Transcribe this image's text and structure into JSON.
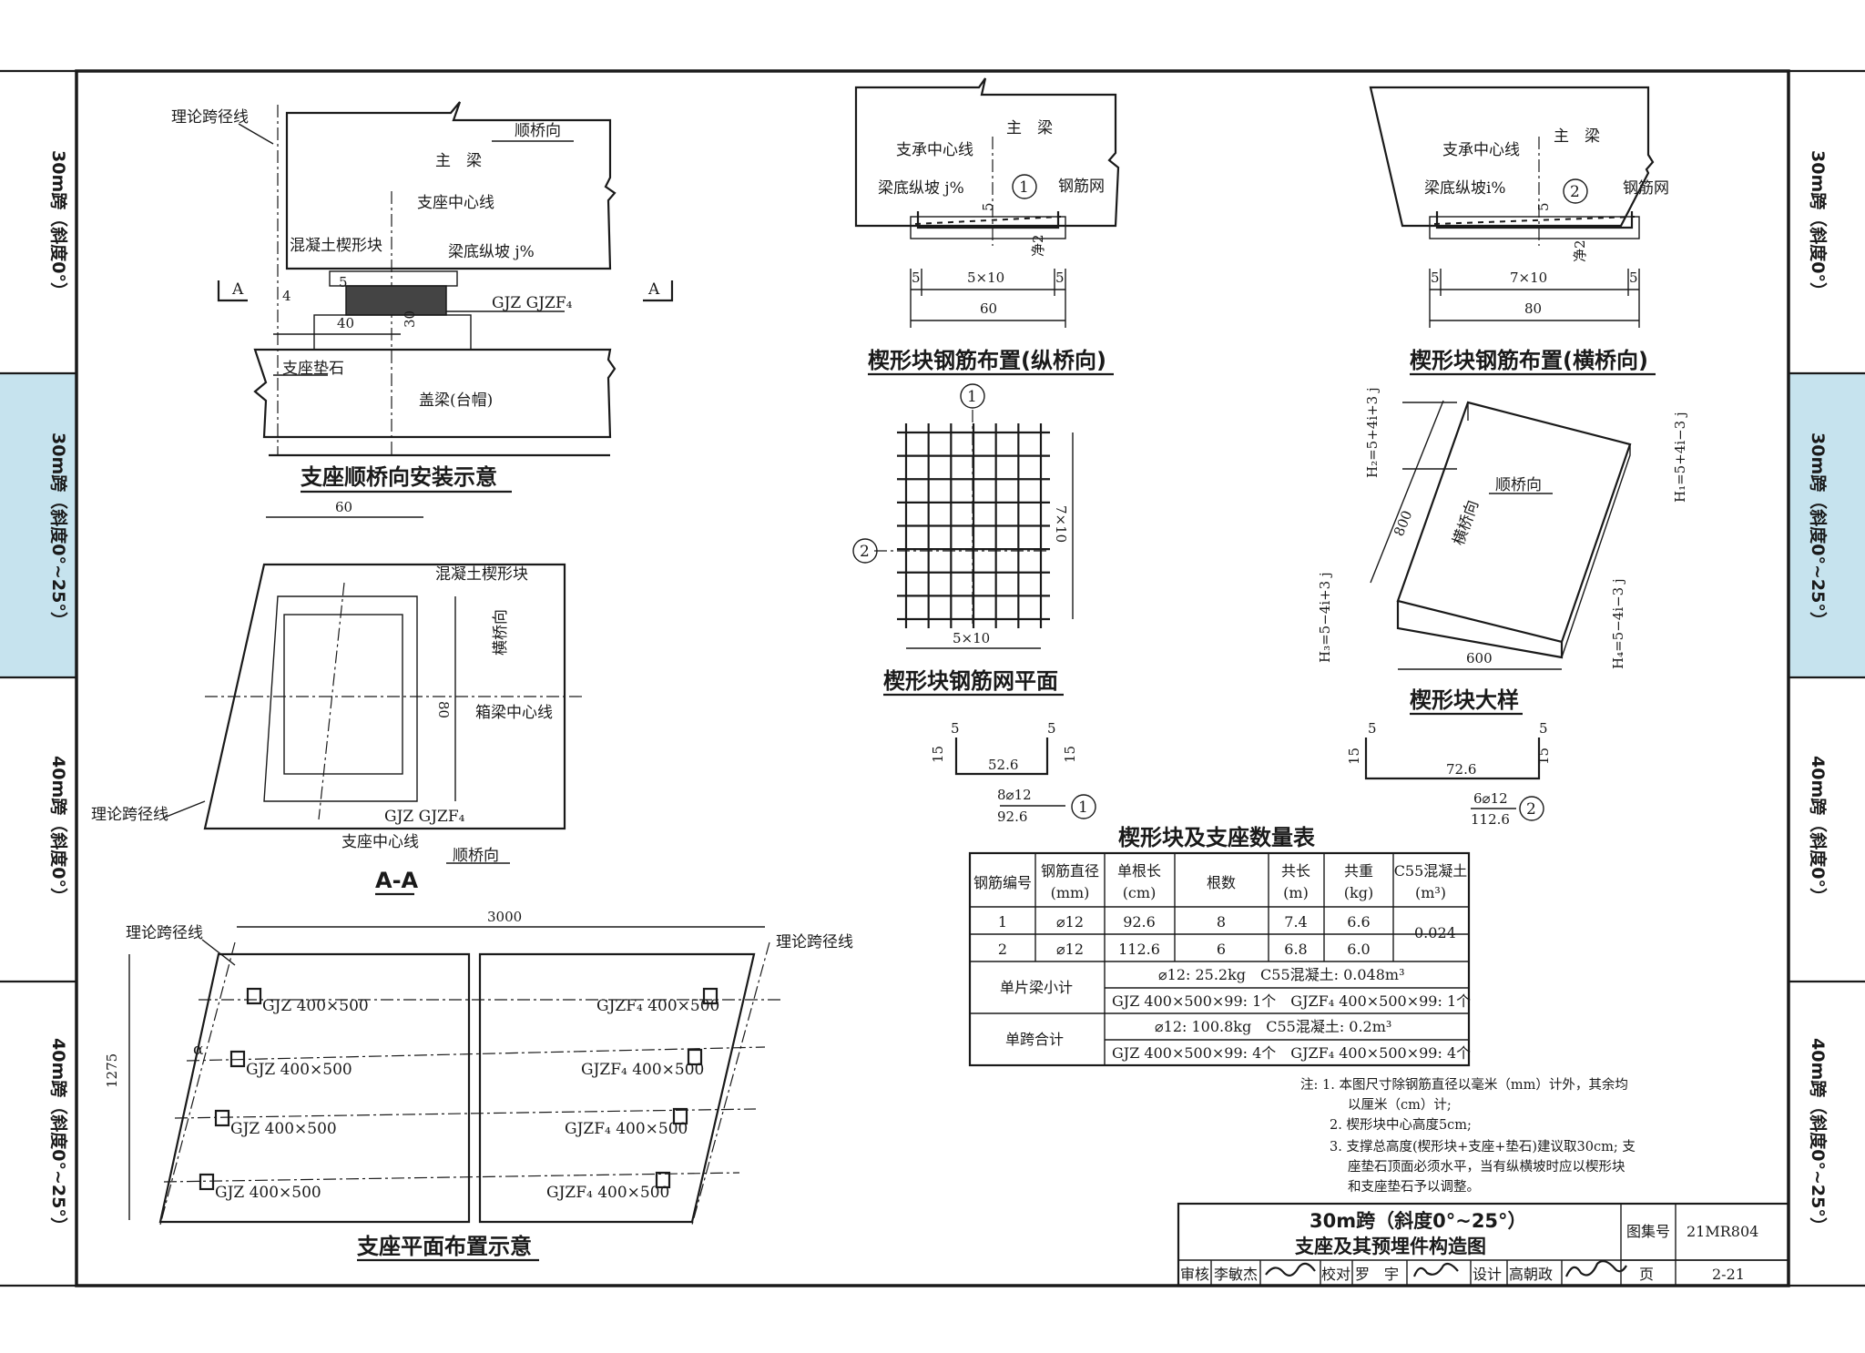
{
  "side_tabs": [
    {
      "text": "30m跨（斜度0°）",
      "highlight": false
    },
    {
      "text": "30m跨（斜度0°~25°）",
      "highlight": true
    },
    {
      "text": "40m跨（斜度0°）",
      "highlight": false
    },
    {
      "text": "40m跨（斜度0°~25°）",
      "highlight": false
    }
  ],
  "colors": {
    "highlight_tab": "#c6e3ee",
    "line": "#1a1a1a",
    "paper": "#ffffff"
  },
  "install_view": {
    "title": "支座顺桥向安装示意",
    "labels": {
      "theory_span": "理论跨径线",
      "main_beam": "主　梁",
      "along_bridge": "顺桥向",
      "bearing_center": "支座中心线",
      "wedge": "混凝土楔形块",
      "slope": "梁底纵坡 j%",
      "bearing": "GJZ GJZF₄",
      "pad": "支座垫石",
      "cap": "盖梁(台帽)",
      "sec_a": "A",
      "dim_5": "5",
      "dim_4": "4",
      "dim_40": "40",
      "dim_30": "30"
    }
  },
  "aa_view": {
    "title": "A-A",
    "labels": {
      "dim_60": "60",
      "dim_80": "80",
      "wedge": "混凝土楔形块",
      "cross_bridge": "横桥向",
      "box_center": "箱梁中心线",
      "theory_span": "理论跨径线",
      "bearing": "GJZ GJZF₄",
      "bearing_center": "支座中心线",
      "along_bridge": "顺桥向"
    }
  },
  "plan_view": {
    "title": "支座平面布置示意",
    "labels": {
      "theory_left": "理论跨径线",
      "theory_right": "理论跨径线",
      "dim_3000": "3000",
      "dim_1275": "1275",
      "angle": "α"
    },
    "left_bearings": [
      "GJZ 400×500",
      "GJZ 400×500",
      "GJZ 400×500",
      "GJZ 400×500"
    ],
    "right_bearings": [
      "GJZF₄ 400×500",
      "GJZF₄ 400×500",
      "GJZF₄ 400×500",
      "GJZF₄ 400×500"
    ]
  },
  "rebar_long": {
    "title": "楔形块钢筋布置(纵桥向)",
    "labels": {
      "main_beam": "主　梁",
      "bearing_center": "支承中心线",
      "slope": "梁底纵坡 j%",
      "mesh": "钢筋网",
      "num": "1",
      "net2": "净2",
      "dim_5a": "5",
      "dim_mid": "5×10",
      "dim_5b": "5",
      "dim_total": "60",
      "dim_v5": "5"
    }
  },
  "rebar_cross": {
    "title": "楔形块钢筋布置(横桥向)",
    "labels": {
      "main_beam": "主　梁",
      "bearing_center": "支承中心线",
      "slope": "梁底纵坡i%",
      "mesh": "钢筋网",
      "num": "2",
      "net2": "净2",
      "dim_5a": "5",
      "dim_mid": "7×10",
      "dim_5b": "5",
      "dim_total": "80",
      "dim_v5": "5"
    }
  },
  "mesh_plan": {
    "title": "楔形块钢筋网平面",
    "labels": {
      "num1": "1",
      "num2": "2",
      "dim_v": "7×10",
      "dim_h": "5×10"
    }
  },
  "wedge_detail": {
    "title": "楔形块大样",
    "labels": {
      "h2": "H₂=5+4i+3 j",
      "h1": "H₁=5+4i−3 j",
      "h3": "H₃=5−4i+3 j",
      "h4": "H₄=5−4i−3 j",
      "along": "顺桥向",
      "cross": "横桥向",
      "dim_800": "800",
      "dim_600": "600"
    }
  },
  "bar_shapes": [
    {
      "num": "1",
      "top_l": "5",
      "top_r": "5",
      "side_l": "15",
      "side_r": "15",
      "len": "52.6",
      "spec": "8⌀12",
      "total": "92.6"
    },
    {
      "num": "2",
      "top_l": "5",
      "top_r": "5",
      "side_l": "15",
      "side_r": "15",
      "len": "72.6",
      "spec": "6⌀12",
      "total": "112.6"
    }
  ],
  "table": {
    "title": "楔形块及支座数量表",
    "headers": [
      [
        "钢筋编号"
      ],
      [
        "钢筋直径",
        "(mm)"
      ],
      [
        "单根长",
        "(cm)"
      ],
      [
        "根数"
      ],
      [
        "共长",
        "(m)"
      ],
      [
        "共重",
        "(kg)"
      ],
      [
        "C55混凝土",
        "(m³)"
      ]
    ],
    "rows": [
      [
        "1",
        "⌀12",
        "92.6",
        "8",
        "7.4",
        "6.6"
      ],
      [
        "2",
        "⌀12",
        "112.6",
        "6",
        "6.8",
        "6.0"
      ]
    ],
    "concrete": "0.024",
    "sub_label": "单片梁小计",
    "sub_line1": "⌀12: 25.2kg　C55混凝土: 0.048m³",
    "sub_line2": "GJZ 400×500×99: 1个　GJZF₄ 400×500×99: 1个",
    "total_label": "单跨合计",
    "total_line1": "⌀12: 100.8kg　C55混凝土: 0.2m³",
    "total_line2": "GJZ 400×500×99: 4个　GJZF₄ 400×500×99: 4个"
  },
  "notes": [
    "注: 1. 本图尺寸除钢筋直径以毫米（mm）计外，其余均",
    "以厘米（cm）计;",
    "2. 楔形块中心高度5cm;",
    "3. 支撑总高度(楔形块+支座+垫石)建议取30cm; 支",
    "座垫石顶面必须水平，当有纵横坡时应以楔形块",
    "和支座垫石予以调整。"
  ],
  "title_block": {
    "line1": "30m跨（斜度0°~25°）",
    "line2": "支座及其预埋件构造图",
    "atlas_label": "图集号",
    "atlas_no": "21MR804",
    "page_label": "页",
    "page_no": "2-21",
    "review": "审核",
    "reviewer": "李敏杰",
    "check": "校对",
    "checker": "罗　宇",
    "design": "设计",
    "designer": "高朝政"
  }
}
